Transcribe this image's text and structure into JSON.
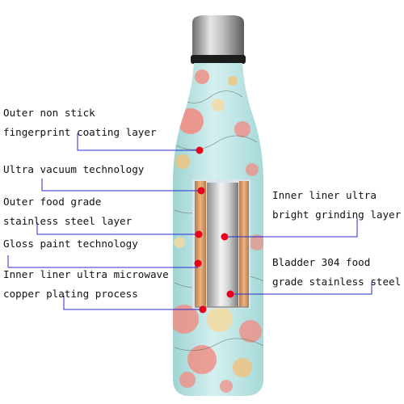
{
  "callouts": [
    {
      "id": "outer-coating",
      "lines": [
        "Outer non stick",
        "fingerprint coating layer"
      ]
    },
    {
      "id": "vacuum",
      "lines": [
        "Ultra vacuum technology"
      ]
    },
    {
      "id": "outer-steel",
      "lines": [
        "Outer food grade",
        "stainless steel layer"
      ]
    },
    {
      "id": "gloss-paint",
      "lines": [
        "Gloss paint technology"
      ]
    },
    {
      "id": "copper-plating",
      "lines": [
        "Inner liner ultra microwave",
        "copper plating process"
      ]
    },
    {
      "id": "inner-grinding",
      "lines": [
        "Inner liner ultra",
        "bright grinding layer"
      ]
    },
    {
      "id": "bladder-steel",
      "lines": [
        "Bladder 304 food",
        "grade stainless steel"
      ]
    }
  ],
  "colors": {
    "leader_line": "#2b2bd0",
    "marker_dot": "#e8001c",
    "bottle_body": "#bfe6e6",
    "bottle_cap": "#9a9a9a",
    "flower_pink": "#ef8f86",
    "copper": "#d69a68"
  }
}
